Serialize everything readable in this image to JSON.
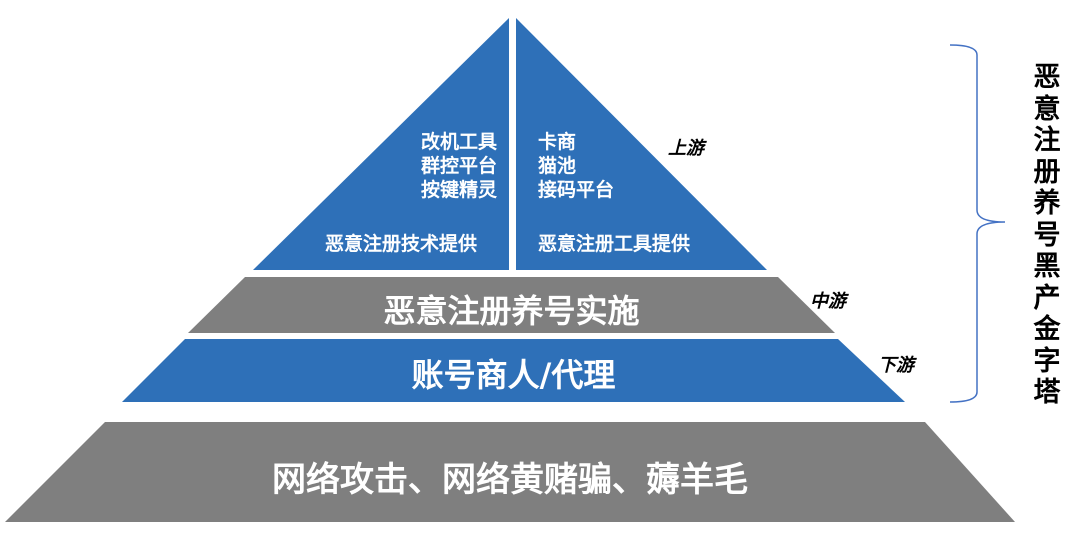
{
  "top_left": {
    "items": [
      "改机工具",
      "群控平台",
      "按键精灵"
    ],
    "caption": "恶意注册技术提供"
  },
  "top_right": {
    "items": [
      "卡商",
      "猫池",
      "接码平台"
    ],
    "caption": "恶意注册工具提供"
  },
  "tier2": "恶意注册养号实施",
  "tier3": "账号商人/代理",
  "tier4": "网络攻击、网络黄赌骗、薅羊毛",
  "labels": {
    "upstream": "上游",
    "midstream": "中游",
    "downstream": "下游"
  },
  "side_title": "恶意注册养号黑产金字塔",
  "colors": {
    "blue": "#2e70b8",
    "gray": "#7f7f7f",
    "brace": "#4472c4"
  }
}
